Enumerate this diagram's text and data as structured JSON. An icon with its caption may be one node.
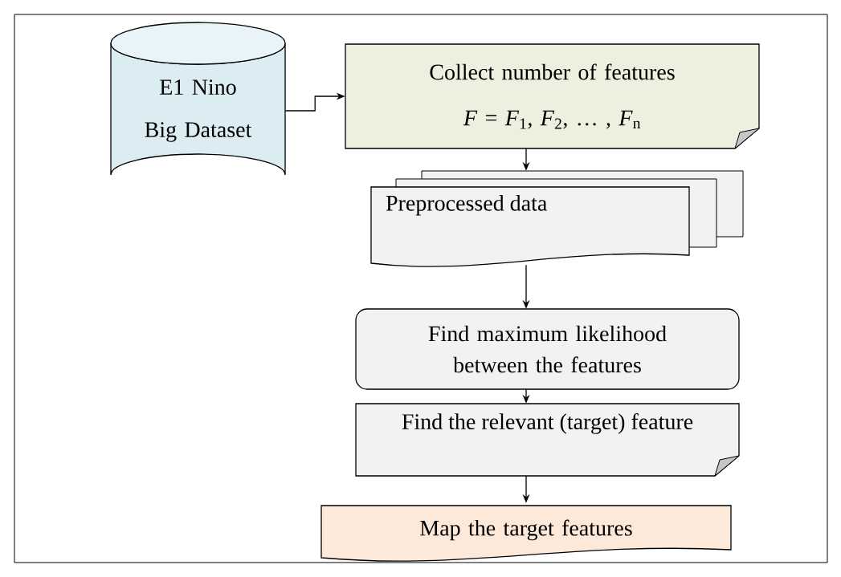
{
  "diagram": {
    "nodes": [
      {
        "text": [
          "E1 Nino Big Dataset"
        ]
      },
      {
        "text": [
          "Collect number of features *F* = *F*$_{1}$, *F*$_{2}$, … , *F*$_{n}$"
        ]
      },
      {
        "text": [
          "Preprocessed data"
        ]
      },
      {
        "text": [
          "Find maximum likelihood between the features"
        ]
      },
      {
        "text": [
          "Find the relevant (target) feature"
        ]
      },
      {
        "text": [
          "Map the target features"
        ]
      }
    ],
    "edges": [
      {
        "from": 0,
        "to": 1,
        "arrow": "to"
      },
      {
        "from": 1,
        "to": 2,
        "arrow": "to"
      },
      {
        "from": 2,
        "to": 3,
        "arrow": "to"
      },
      {
        "from": 3,
        "to": 4,
        "arrow": "to"
      },
      {
        "from": 4,
        "to": 5,
        "arrow": "to"
      }
    ]
  }
}
